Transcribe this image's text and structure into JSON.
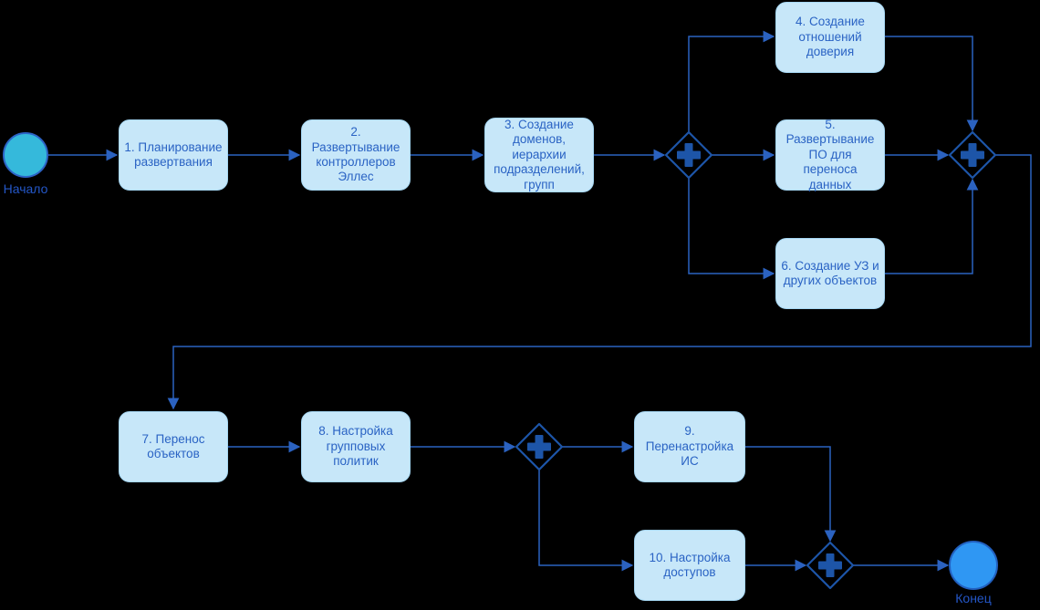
{
  "diagram_title": "",
  "colors": {
    "background": "#000000",
    "task_fill": "#c7e7f9",
    "task_border": "#a5d6f2",
    "task_text": "#2a63c4",
    "connector": "#2b62c0",
    "gateway": "#1d55a8",
    "start_event_fill": "#35b9db",
    "start_event_stroke": "#2c63c6",
    "end_event_fill": "#2f97f3",
    "end_event_stroke": "#2260c0",
    "event_label_text": "#2457c8"
  },
  "events": {
    "start": {
      "label": "Начало"
    },
    "end": {
      "label": "Конец"
    }
  },
  "tasks": [
    {
      "id": "1",
      "label": "1. Планирование развертвания"
    },
    {
      "id": "2",
      "label": "2. Развертывание контроллеров Эллес"
    },
    {
      "id": "3",
      "label": "3. Создание доменов, иерархии подразделений, групп"
    },
    {
      "id": "4",
      "label": "4. Создание отношений доверия"
    },
    {
      "id": "5",
      "label": "5. Развертывание ПО для переноса данных"
    },
    {
      "id": "6",
      "label": "6. Создание УЗ и других объектов"
    },
    {
      "id": "7",
      "label": "7. Перенос объектов"
    },
    {
      "id": "8",
      "label": "8. Настройка групповых политик"
    },
    {
      "id": "9",
      "label": "9. Перенастройка ИС"
    },
    {
      "id": "10",
      "label": "10. Настройка доступов"
    }
  ],
  "gateways": [
    {
      "id": "gw1",
      "type": "parallel-split"
    },
    {
      "id": "gw2",
      "type": "parallel-join"
    },
    {
      "id": "gw3",
      "type": "parallel-split"
    },
    {
      "id": "gw4",
      "type": "parallel-join"
    }
  ],
  "flows": [
    [
      "start",
      "task-1"
    ],
    [
      "task-1",
      "task-2"
    ],
    [
      "task-2",
      "task-3"
    ],
    [
      "task-3",
      "gw1"
    ],
    [
      "gw1",
      "task-4"
    ],
    [
      "gw1",
      "task-5"
    ],
    [
      "gw1",
      "task-6"
    ],
    [
      "task-4",
      "gw2"
    ],
    [
      "task-5",
      "gw2"
    ],
    [
      "task-6",
      "gw2"
    ],
    [
      "gw2",
      "task-7"
    ],
    [
      "task-7",
      "task-8"
    ],
    [
      "task-8",
      "gw3"
    ],
    [
      "gw3",
      "task-9"
    ],
    [
      "gw3",
      "task-10"
    ],
    [
      "task-9",
      "gw4"
    ],
    [
      "task-10",
      "gw4"
    ],
    [
      "gw4",
      "end"
    ]
  ]
}
